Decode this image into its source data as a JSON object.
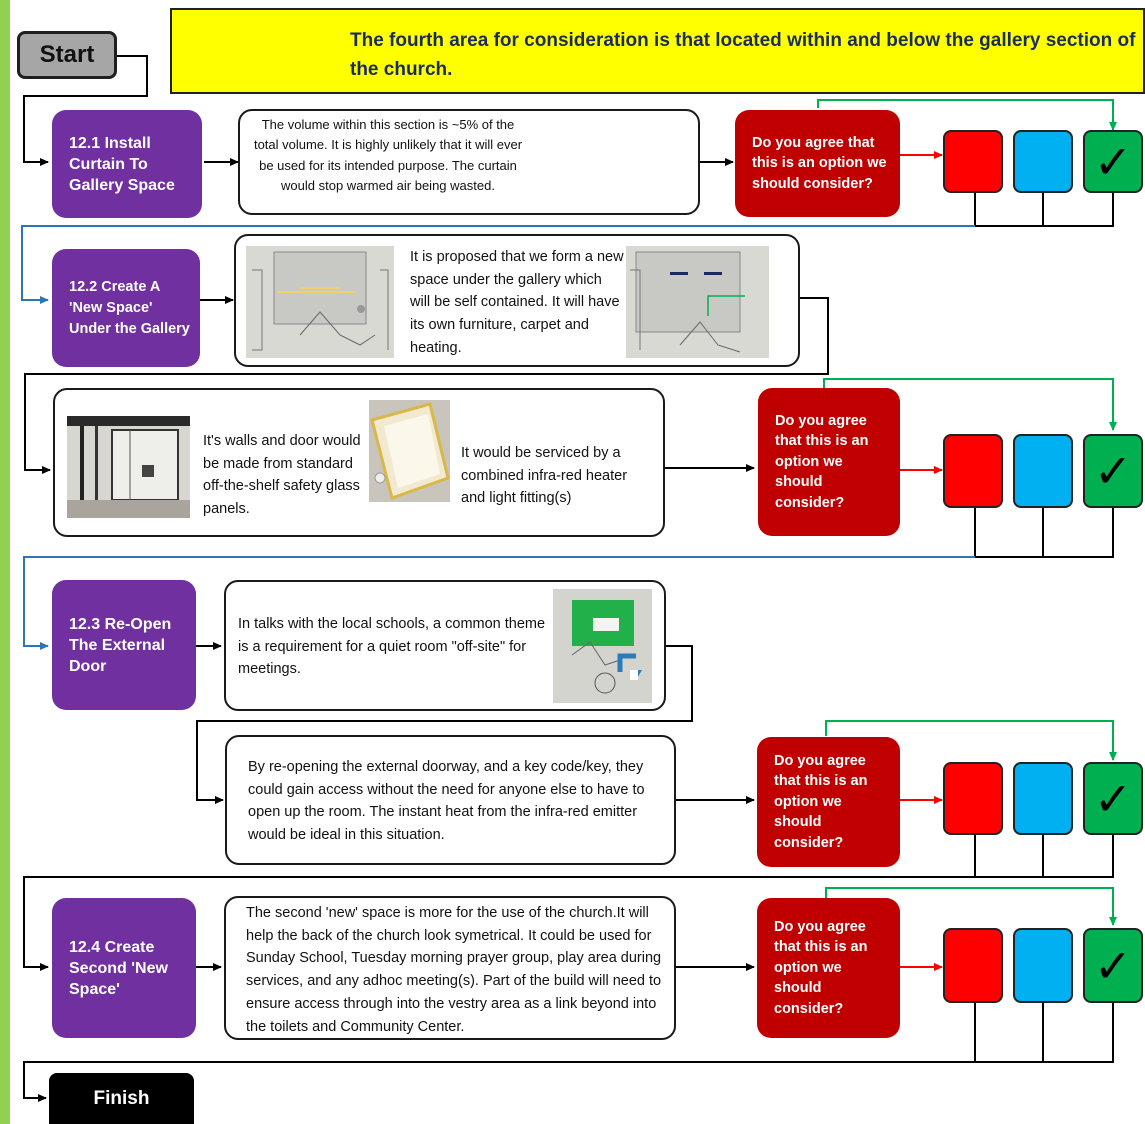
{
  "flow": {
    "start": "Start",
    "finish": "Finish",
    "intro": "The fourth area for consideration is that located within and below the gallery section of the church."
  },
  "steps": {
    "s1": {
      "title": "12.1  Install Curtain To Gallery Space",
      "description": "The volume within this section is ~5% of the total volume. It is highly unlikely that it will ever be used for its intended purpose. The curtain would stop warmed air being wasted."
    },
    "s2": {
      "title": "12.2  Create A 'New Space' Under the Gallery",
      "description": "It is proposed that we form a new space under the gallery which will be self contained. It will have its own furniture, carpet and heating.",
      "walls_text": "It's walls and door would be made from standard off-the-shelf safety glass panels.",
      "heater_text": "It would be serviced by a combined infra-red heater and light fitting(s)"
    },
    "s3": {
      "title": "12.3  Re-Open The External Door",
      "description": "In talks with the local schools, a common theme is a requirement for a quiet room \"off-site\" for meetings.",
      "detail": "By re-opening the external doorway, and a key code/key, they could gain access without the need for anyone else to have to open up the room. The instant heat from the infra-red emitter would be ideal in this situation."
    },
    "s4": {
      "title": "12.4  Create Second 'New Space'",
      "description": "The second 'new' space is more for the use of the church.It will help the back of the church look symetrical. It could be used for Sunday School, Tuesday morning prayer group, play area during services, and any adhoc meeting(s). Part of the build will need to ensure access through into the vestry area as a link beyond into the toilets and Community Center."
    }
  },
  "questions": {
    "q1": "Do you agree that this is an option we should consider?",
    "q2": "Do you agree that this is an option we should consider?",
    "q3": "Do you agree that this is an option we should consider?",
    "q4": "Do you agree that this is an option we should consider?"
  },
  "vote_options": {
    "red": "#ff0000",
    "blue": "#00b0f0",
    "green": "#00b050",
    "check_icon": "check-mark-icon"
  },
  "colors": {
    "step_box": "#7030a0",
    "question_box": "#c00000",
    "banner": "#ffff00",
    "start_box": "#a6a6a6",
    "finish_box": "#000000",
    "connector_green": "#00b050",
    "connector_red": "#ff0000",
    "connector_blue": "#2e75b6"
  }
}
